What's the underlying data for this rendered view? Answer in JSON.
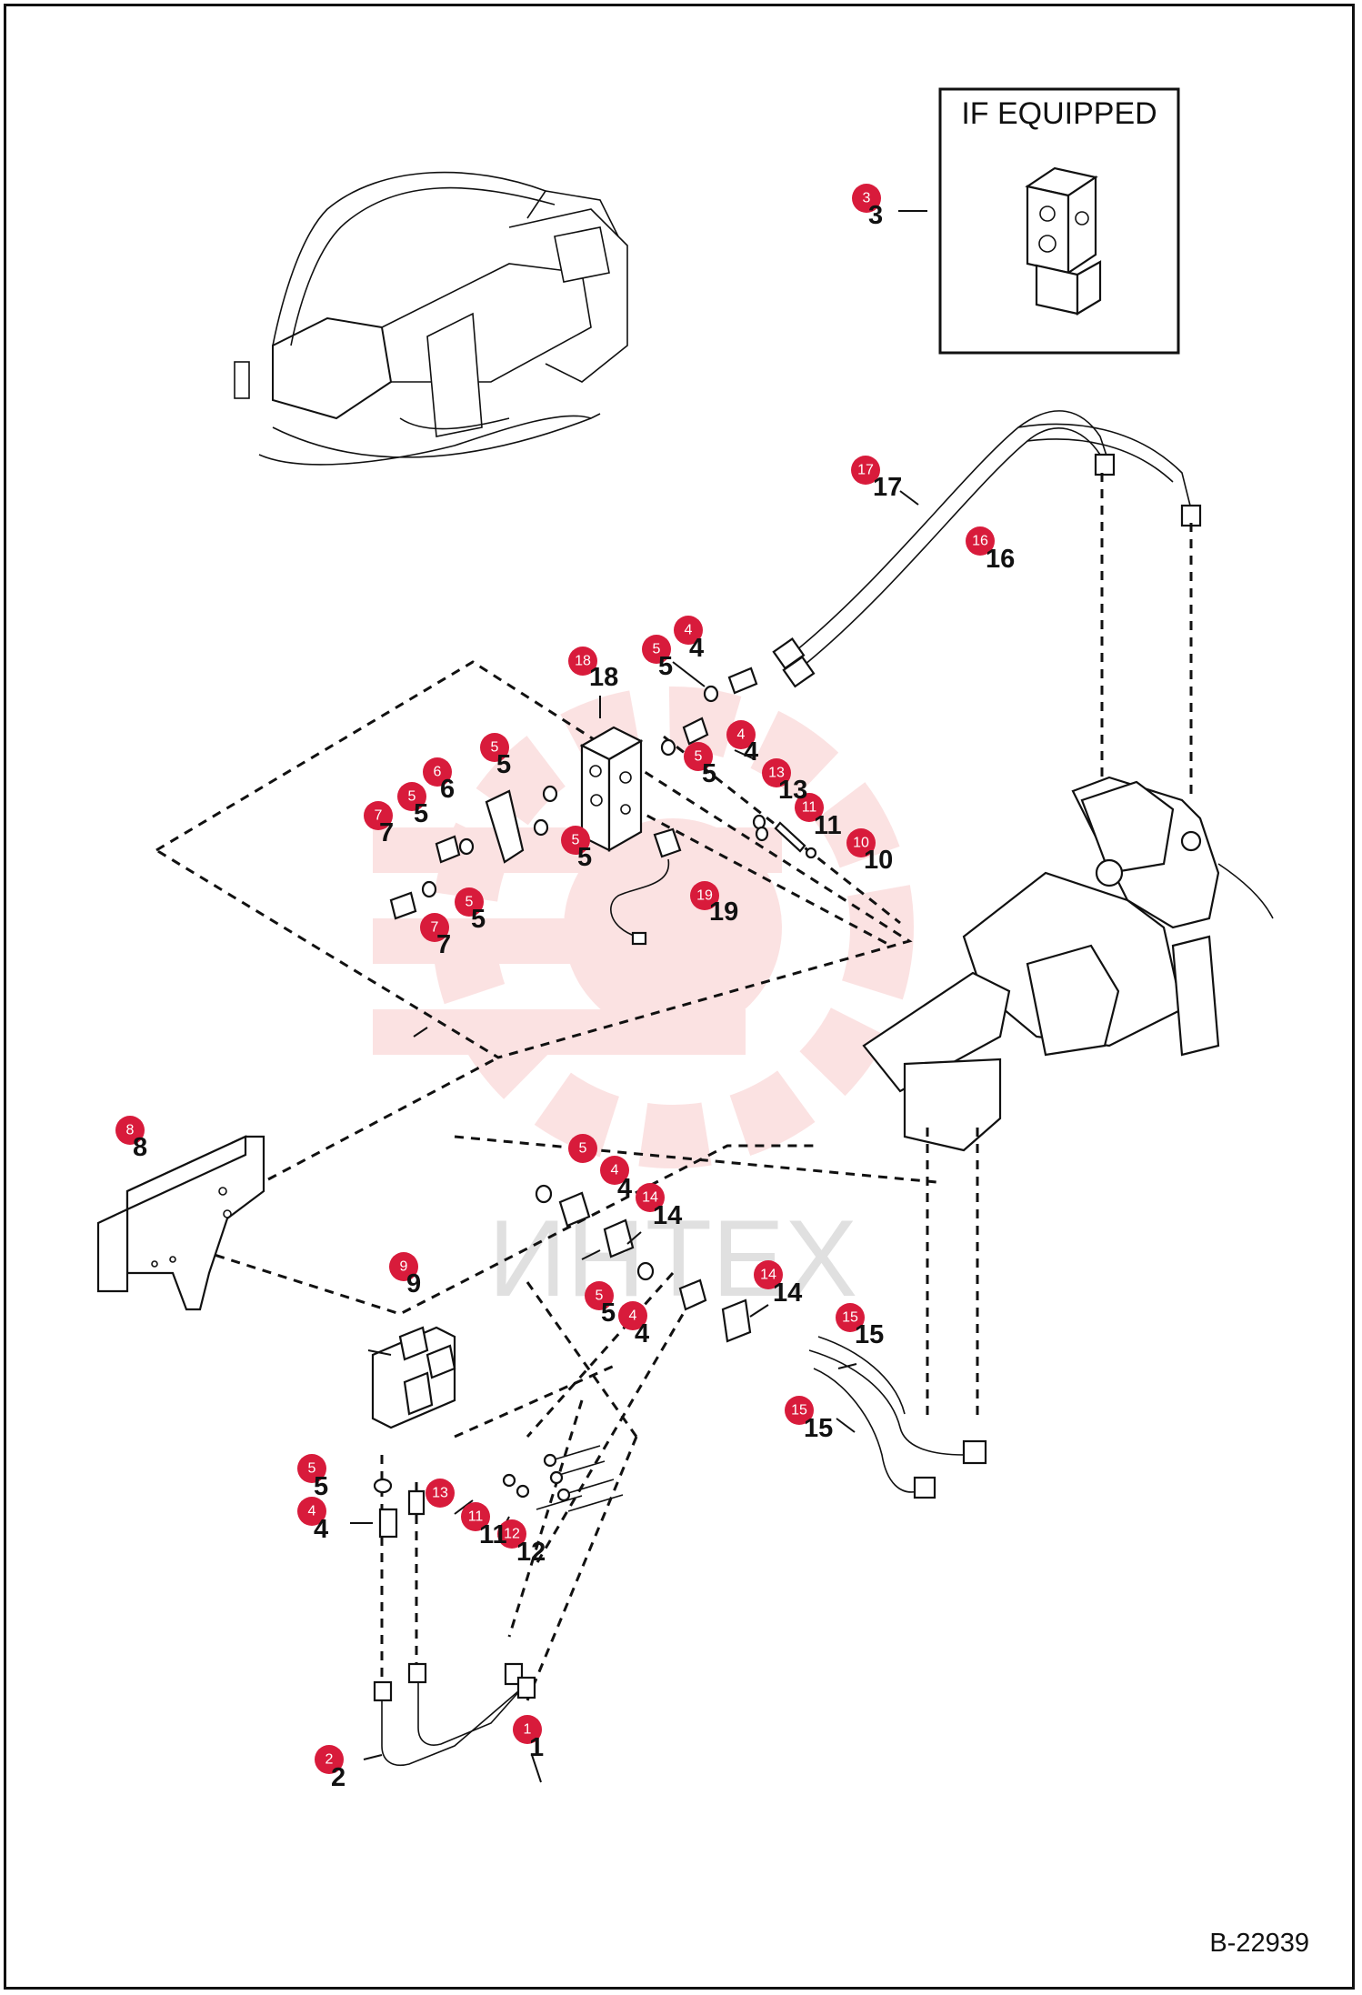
{
  "if_equipped_label": "IF EQUIPPED",
  "drawing_id": "B-22939",
  "watermark_text": "ИНТЕХ",
  "colors": {
    "callout": "#d81b3b",
    "watermark": "#f08080",
    "ink": "#111111"
  },
  "callouts": [
    {
      "id": "c-3",
      "num": "3"
    },
    {
      "id": "c-17",
      "num": "17"
    },
    {
      "id": "c-16",
      "num": "16"
    },
    {
      "id": "c-18",
      "num": "18"
    },
    {
      "id": "c-4a",
      "num": "4"
    },
    {
      "id": "c-5a",
      "num": "5"
    },
    {
      "id": "c-5b",
      "num": "5"
    },
    {
      "id": "c-4b",
      "num": "4"
    },
    {
      "id": "c-5c",
      "num": "5"
    },
    {
      "id": "c-13a",
      "num": "13"
    },
    {
      "id": "c-11a",
      "num": "11"
    },
    {
      "id": "c-10",
      "num": "10"
    },
    {
      "id": "c-6",
      "num": "6"
    },
    {
      "id": "c-5d",
      "num": "5"
    },
    {
      "id": "c-7a",
      "num": "7"
    },
    {
      "id": "c-5e",
      "num": "5"
    },
    {
      "id": "c-5f",
      "num": "5"
    },
    {
      "id": "c-7b",
      "num": "7"
    },
    {
      "id": "c-19",
      "num": "19"
    },
    {
      "id": "c-8",
      "num": "8"
    },
    {
      "id": "c-5g",
      "num": "5"
    },
    {
      "id": "c-4c",
      "num": "4"
    },
    {
      "id": "c-14a",
      "num": "14"
    },
    {
      "id": "c-9",
      "num": "9"
    },
    {
      "id": "c-14b",
      "num": "14"
    },
    {
      "id": "c-5h",
      "num": "5"
    },
    {
      "id": "c-4d",
      "num": "4"
    },
    {
      "id": "c-15a",
      "num": "15"
    },
    {
      "id": "c-15b",
      "num": "15"
    },
    {
      "id": "c-5i",
      "num": "5"
    },
    {
      "id": "c-4e",
      "num": "4"
    },
    {
      "id": "c-13b",
      "num": "13"
    },
    {
      "id": "c-11b",
      "num": "11"
    },
    {
      "id": "c-12",
      "num": "12"
    },
    {
      "id": "c-1",
      "num": "1"
    },
    {
      "id": "c-2",
      "num": "2"
    }
  ],
  "ref_numbers": [
    {
      "id": "r-3",
      "num": "3"
    },
    {
      "id": "r-17",
      "num": "17"
    },
    {
      "id": "r-16",
      "num": "16"
    },
    {
      "id": "r-18",
      "num": "18"
    },
    {
      "id": "r-4a",
      "num": "4"
    },
    {
      "id": "r-5a",
      "num": "5"
    },
    {
      "id": "r-4b",
      "num": "4"
    },
    {
      "id": "r-5c",
      "num": "5"
    },
    {
      "id": "r-13a",
      "num": "13"
    },
    {
      "id": "r-11a",
      "num": "11"
    },
    {
      "id": "r-10",
      "num": "10"
    },
    {
      "id": "r-6",
      "num": "6"
    },
    {
      "id": "r-5d",
      "num": "5"
    },
    {
      "id": "r-5b",
      "num": "5"
    },
    {
      "id": "r-7a",
      "num": "7"
    },
    {
      "id": "r-5e",
      "num": "5"
    },
    {
      "id": "r-5f",
      "num": "5"
    },
    {
      "id": "r-7b",
      "num": "7"
    },
    {
      "id": "r-19",
      "num": "19"
    },
    {
      "id": "r-8",
      "num": "8"
    },
    {
      "id": "r-4c",
      "num": "4"
    },
    {
      "id": "r-14a",
      "num": "14"
    },
    {
      "id": "r-9",
      "num": "9"
    },
    {
      "id": "r-14b",
      "num": "14"
    },
    {
      "id": "r-5h",
      "num": "5"
    },
    {
      "id": "r-4d",
      "num": "4"
    },
    {
      "id": "r-15a",
      "num": "15"
    },
    {
      "id": "r-15b",
      "num": "15"
    },
    {
      "id": "r-5i",
      "num": "5"
    },
    {
      "id": "r-4e",
      "num": "4"
    },
    {
      "id": "r-11b",
      "num": "11"
    },
    {
      "id": "r-12",
      "num": "12"
    },
    {
      "id": "r-1",
      "num": "1"
    },
    {
      "id": "r-2",
      "num": "2"
    }
  ]
}
